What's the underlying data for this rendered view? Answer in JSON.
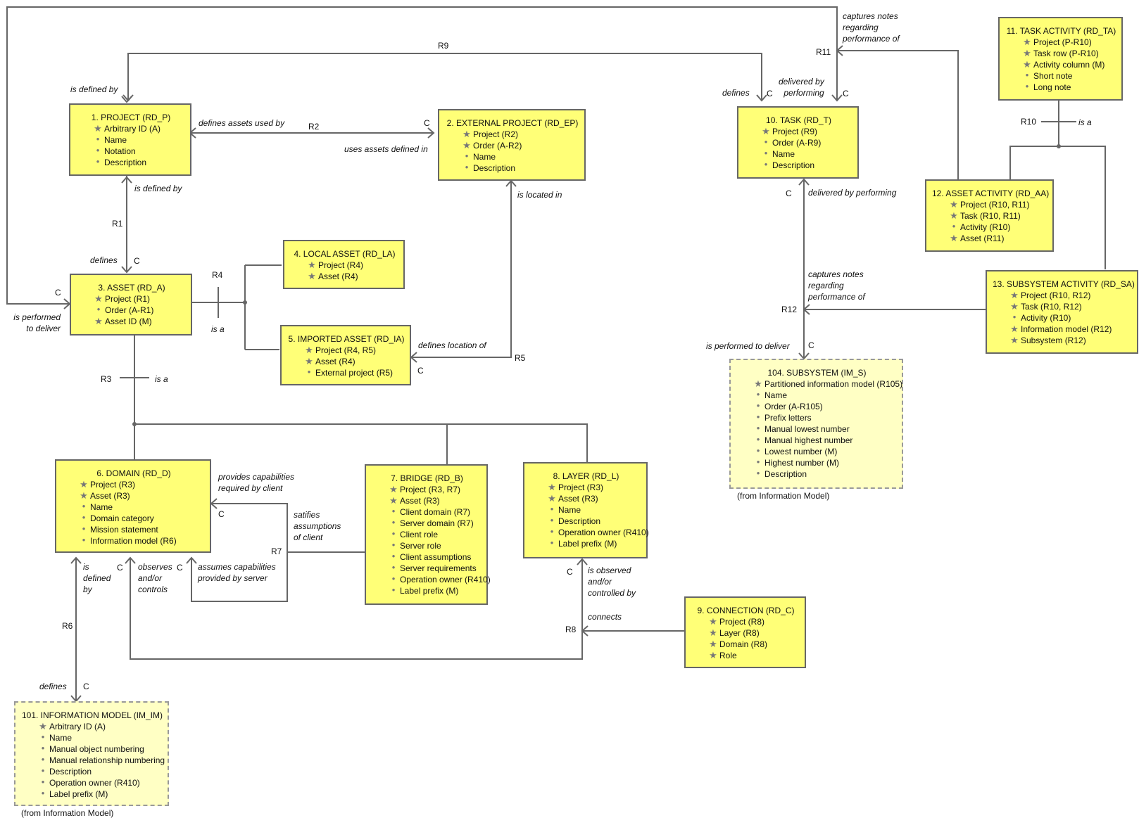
{
  "classes": {
    "project": {
      "title": "1. PROJECT (RD_P)",
      "attrs": [
        {
          "m": "star",
          "t": "Arbitrary ID (A)"
        },
        {
          "m": "dot",
          "t": "Name"
        },
        {
          "m": "dot",
          "t": "Notation"
        },
        {
          "m": "dot",
          "t": "Description"
        }
      ]
    },
    "external_project": {
      "title": "2. EXTERNAL PROJECT (RD_EP)",
      "attrs": [
        {
          "m": "star",
          "t": "Project (R2)"
        },
        {
          "m": "star",
          "t": "Order (A-R2)"
        },
        {
          "m": "dot",
          "t": "Name"
        },
        {
          "m": "dot",
          "t": "Description"
        }
      ]
    },
    "asset": {
      "title": "3. ASSET (RD_A)",
      "attrs": [
        {
          "m": "star",
          "t": "Project (R1)"
        },
        {
          "m": "dot",
          "t": "Order (A-R1)"
        },
        {
          "m": "star",
          "t": "Asset ID (M)"
        }
      ]
    },
    "local_asset": {
      "title": "4. LOCAL ASSET (RD_LA)",
      "attrs": [
        {
          "m": "star",
          "t": "Project (R4)"
        },
        {
          "m": "star",
          "t": "Asset (R4)"
        }
      ]
    },
    "imported_asset": {
      "title": "5. IMPORTED ASSET (RD_IA)",
      "attrs": [
        {
          "m": "star",
          "t": "Project (R4, R5)"
        },
        {
          "m": "star",
          "t": "Asset (R4)"
        },
        {
          "m": "dot",
          "t": "External project (R5)"
        }
      ]
    },
    "domain": {
      "title": "6. DOMAIN (RD_D)",
      "attrs": [
        {
          "m": "star",
          "t": "Project (R3)"
        },
        {
          "m": "star",
          "t": "Asset (R3)"
        },
        {
          "m": "dot",
          "t": "Name"
        },
        {
          "m": "dot",
          "t": "Domain category"
        },
        {
          "m": "dot",
          "t": "Mission statement"
        },
        {
          "m": "dot",
          "t": "Information model (R6)"
        }
      ]
    },
    "bridge": {
      "title": "7. BRIDGE (RD_B)",
      "attrs": [
        {
          "m": "star",
          "t": "Project (R3, R7)"
        },
        {
          "m": "star",
          "t": "Asset (R3)"
        },
        {
          "m": "dot",
          "t": "Client domain (R7)"
        },
        {
          "m": "dot",
          "t": "Server domain (R7)"
        },
        {
          "m": "dot",
          "t": "Client role"
        },
        {
          "m": "dot",
          "t": "Server role"
        },
        {
          "m": "dot",
          "t": "Client assumptions"
        },
        {
          "m": "dot",
          "t": "Server requirements"
        },
        {
          "m": "dot",
          "t": "Operation owner (R410)"
        },
        {
          "m": "dot",
          "t": "Label prefix (M)"
        }
      ]
    },
    "layer": {
      "title": "8. LAYER (RD_L)",
      "attrs": [
        {
          "m": "star",
          "t": "Project (R3)"
        },
        {
          "m": "star",
          "t": "Asset (R3)"
        },
        {
          "m": "dot",
          "t": "Name"
        },
        {
          "m": "dot",
          "t": "Description"
        },
        {
          "m": "dot",
          "t": "Operation owner (R410)"
        },
        {
          "m": "dot",
          "t": "Label prefix (M)"
        }
      ]
    },
    "connection": {
      "title": "9. CONNECTION (RD_C)",
      "attrs": [
        {
          "m": "star",
          "t": "Project (R8)"
        },
        {
          "m": "star",
          "t": "Layer (R8)"
        },
        {
          "m": "star",
          "t": "Domain (R8)"
        },
        {
          "m": "star",
          "t": "Role"
        }
      ]
    },
    "task": {
      "title": "10. TASK (RD_T)",
      "attrs": [
        {
          "m": "star",
          "t": "Project (R9)"
        },
        {
          "m": "dot",
          "t": "Order (A-R9)"
        },
        {
          "m": "dot",
          "t": "Name"
        },
        {
          "m": "dot",
          "t": "Description"
        }
      ]
    },
    "task_activity": {
      "title": "11. TASK ACTIVITY (RD_TA)",
      "attrs": [
        {
          "m": "star",
          "t": "Project (P-R10)"
        },
        {
          "m": "star",
          "t": "Task row (P-R10)"
        },
        {
          "m": "star",
          "t": "Activity column (M)"
        },
        {
          "m": "dot",
          "t": "Short note"
        },
        {
          "m": "dot",
          "t": "Long note"
        }
      ]
    },
    "asset_activity": {
      "title": "12. ASSET ACTIVITY (RD_AA)",
      "attrs": [
        {
          "m": "star",
          "t": "Project (R10, R11)"
        },
        {
          "m": "star",
          "t": "Task (R10, R11)"
        },
        {
          "m": "dot",
          "t": "Activity (R10)"
        },
        {
          "m": "star",
          "t": "Asset (R11)"
        }
      ]
    },
    "subsystem_activity": {
      "title": "13. SUBSYSTEM ACTIVITY (RD_SA)",
      "attrs": [
        {
          "m": "star",
          "t": "Project (R10, R12)"
        },
        {
          "m": "star",
          "t": "Task (R10, R12)"
        },
        {
          "m": "dot",
          "t": "Activity (R10)"
        },
        {
          "m": "star",
          "t": "Information model (R12)"
        },
        {
          "m": "star",
          "t": "Subsystem (R12)"
        }
      ]
    },
    "information_model": {
      "title": "101. INFORMATION MODEL (IM_IM)",
      "caption": "(from Information Model)",
      "attrs": [
        {
          "m": "star",
          "t": "Arbitrary ID (A)"
        },
        {
          "m": "dot",
          "t": "Name"
        },
        {
          "m": "dot",
          "t": "Manual object numbering"
        },
        {
          "m": "dot",
          "t": "Manual relationship numbering"
        },
        {
          "m": "dot",
          "t": "Description"
        },
        {
          "m": "dot",
          "t": "Operation owner (R410)"
        },
        {
          "m": "dot",
          "t": "Label prefix (M)"
        }
      ]
    },
    "subsystem": {
      "title": "104. SUBSYSTEM (IM_S)",
      "caption": "(from Information Model)",
      "attrs": [
        {
          "m": "star",
          "t": "Partitioned information model (R105)"
        },
        {
          "m": "dot",
          "t": "Name"
        },
        {
          "m": "dot",
          "t": "Order (A-R105)"
        },
        {
          "m": "dot",
          "t": "Prefix letters"
        },
        {
          "m": "dot",
          "t": "Manual lowest number"
        },
        {
          "m": "dot",
          "t": "Manual highest number"
        },
        {
          "m": "dot",
          "t": "Lowest number (M)"
        },
        {
          "m": "dot",
          "t": "Highest number (M)"
        },
        {
          "m": "dot",
          "t": "Description"
        }
      ]
    }
  },
  "relationships": {
    "r1": "R1",
    "r2": "R2",
    "r3": "R3",
    "r4": "R4",
    "r5": "R5",
    "r6": "R6",
    "r7": "R7",
    "r8": "R8",
    "r9": "R9",
    "r10": "R10",
    "r11": "R11",
    "r12": "R12"
  },
  "phrases": {
    "p1": "is defined by",
    "p2": "is defined by",
    "p3": "defines",
    "p4": "defines assets used by",
    "p5": "uses assets defined in",
    "p6": "is located in",
    "p7": "defines location of",
    "p8": "is a",
    "p9": "is a",
    "p10": "is performed\nto deliver",
    "p11": "provides capabilities\nrequired by client",
    "p12": "satifies\nassumptions\nof client",
    "p13": "assumes capabilities\nprovided by server",
    "p14": "is\ndefined\nby",
    "p15": "observes\nand/or\ncontrols",
    "p16": "is observed\nand/or\ncontrolled by",
    "p17": "connects",
    "p18": "defines",
    "p19": "defines",
    "p20": "delivered by\nperforming",
    "p21": "captures notes\nregarding\nperformance of",
    "p22": "is a",
    "p23": "delivered by performing",
    "p24": "captures notes\nregarding\nperformance of",
    "p25": "is performed to deliver"
  },
  "conditionality": "C"
}
